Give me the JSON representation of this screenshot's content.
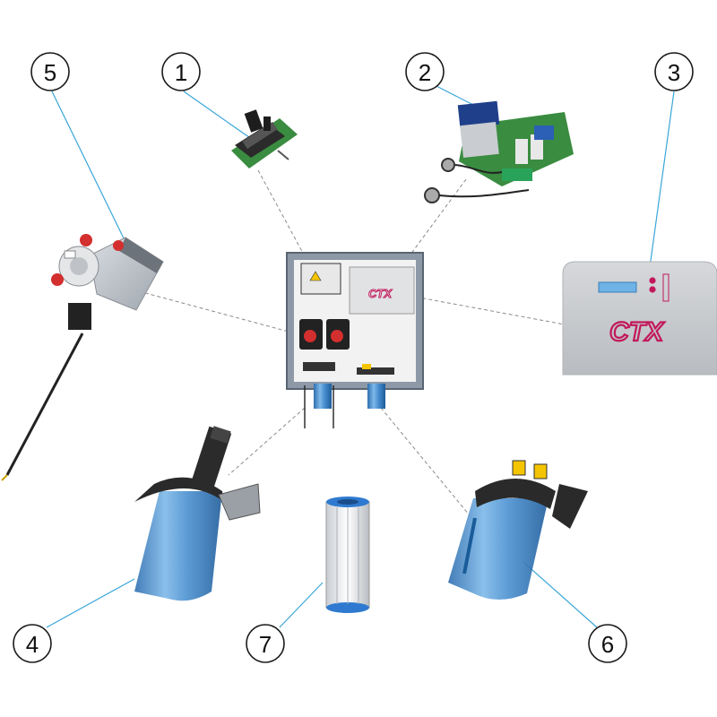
{
  "callouts": {
    "c1": "1",
    "c2": "2",
    "c3": "3",
    "c4": "4",
    "c5": "5",
    "c6": "6",
    "c7": "7"
  },
  "logos": {
    "panel_logo": "CTX",
    "controller_logo": "CTX"
  },
  "colors": {
    "leader_line": "#3aa6d8",
    "dashed_line": "#8a8a8a",
    "brand_magenta": "#c2185b",
    "pump_red": "#d32f2f",
    "transparent_blue": "#3b82c4",
    "pcb_green": "#2e8b3a"
  }
}
